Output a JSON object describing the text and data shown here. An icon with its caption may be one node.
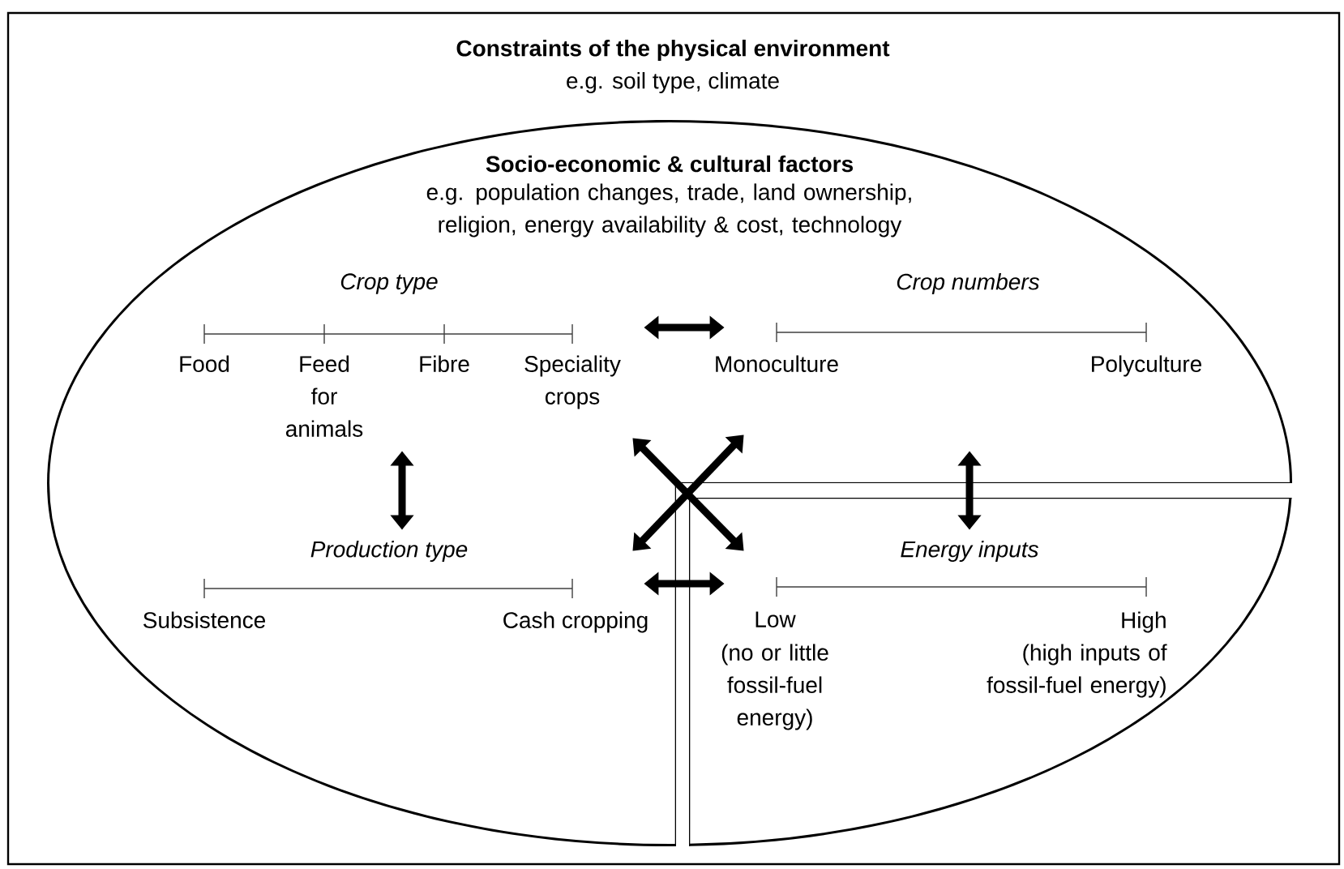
{
  "diagram": {
    "nodes": [
      {
        "text": [
          "Constraints of the physical environment",
          "e.g. soil type, climate"
        ]
      },
      {
        "text": [
          "Socio-economic & cultural factors",
          "e.g. population changes, trade, land ownership, religion, energy availability & cost, technology"
        ],
        "in": 0
      },
      {
        "text": [
          "Crop type",
          "Food",
          "Feed for animals",
          "Fibre",
          "Speciality crops"
        ],
        "in": 1
      },
      {
        "text": [
          "Crop numbers",
          "Monoculture",
          "Polyculture"
        ],
        "in": 1
      },
      {
        "text": [
          "Production type",
          "Subsistence",
          "Cash cropping"
        ],
        "in": 1
      },
      {
        "text": [
          "Energy inputs",
          "Low",
          "(no or little fossil-fuel energy)",
          "High",
          "(high inputs of fossil-fuel energy)"
        ],
        "in": 1
      }
    ],
    "edges": [
      {
        "from": 2,
        "to": 3,
        "arrow": "both"
      },
      {
        "from": 2,
        "to": 4,
        "arrow": "both"
      },
      {
        "from": 3,
        "to": 5,
        "arrow": "both"
      },
      {
        "from": 2,
        "to": 5,
        "arrow": "both"
      },
      {
        "from": 3,
        "to": 4,
        "arrow": "both"
      },
      {
        "from": 4,
        "to": 5,
        "arrow": "both"
      }
    ]
  }
}
